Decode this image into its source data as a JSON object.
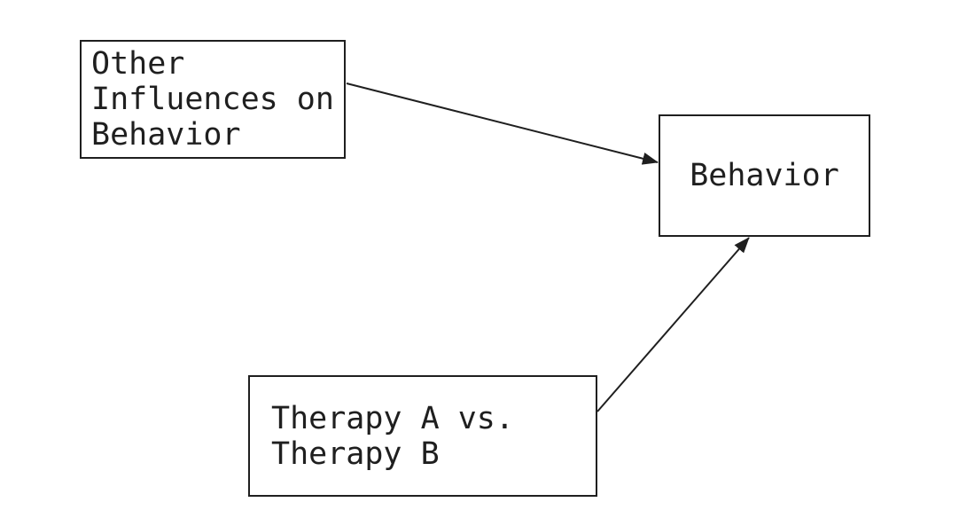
{
  "diagram": {
    "type": "causal-box-arrow-diagram",
    "colors": {
      "background": "#ffffff",
      "box_border": "#1f1f1f",
      "text": "#1f1f1f",
      "arrow": "#1f1f1f"
    },
    "nodes": [
      {
        "id": "other-influences",
        "label": "Other\nInfluences on\nBehavior"
      },
      {
        "id": "behavior",
        "label": "Behavior"
      },
      {
        "id": "therapy-comparison",
        "label": "Therapy A vs.\nTherapy B"
      }
    ],
    "edges": [
      {
        "from": "other-influences",
        "to": "behavior",
        "style": "arrow"
      },
      {
        "from": "therapy-comparison",
        "to": "behavior",
        "style": "arrow"
      }
    ]
  }
}
